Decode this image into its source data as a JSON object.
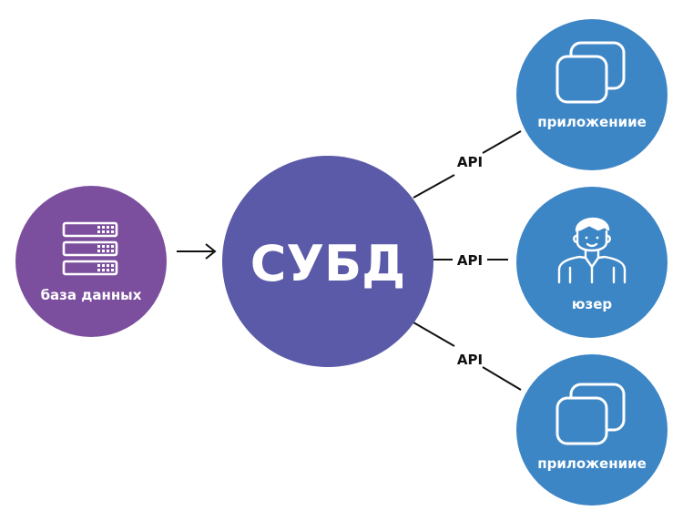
{
  "diagram": {
    "center": {
      "label": "СУБД",
      "color": "#5a5aa8"
    },
    "database": {
      "label": "база данных",
      "icon": "server-icon",
      "color": "#7c4f9e"
    },
    "clients": [
      {
        "label": "приложениие",
        "icon": "app-windows-icon",
        "color": "#3d86c6"
      },
      {
        "label": "юзер",
        "icon": "user-icon",
        "color": "#3d86c6"
      },
      {
        "label": "приложениие",
        "icon": "app-windows-icon",
        "color": "#3d86c6"
      }
    ],
    "connectors": [
      {
        "label": "API"
      },
      {
        "label": "API"
      },
      {
        "label": "API"
      }
    ]
  }
}
